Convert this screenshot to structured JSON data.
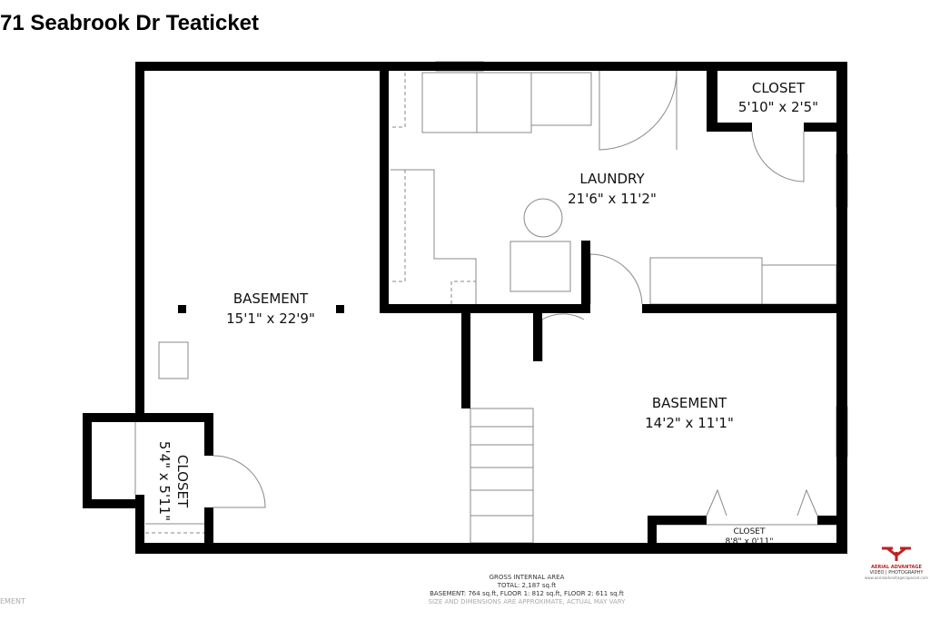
{
  "title": "71 Seabrook Dr Teaticket",
  "rooms": {
    "basement_left": {
      "name": "BASEMENT",
      "dims": "15'1\" x 22'9\""
    },
    "laundry": {
      "name": "LAUNDRY",
      "dims": "21'6\" x 11'2\""
    },
    "closet_top": {
      "name": "CLOSET",
      "dims": "5'10\" x 2'5\""
    },
    "basement_right": {
      "name": "BASEMENT",
      "dims": "14'2\" x 11'1\""
    },
    "closet_left": {
      "name": "CLOSET",
      "dims": "5'4\" x 5'11\""
    },
    "closet_bottom": {
      "name": "CLOSET",
      "dims": "8'8\" x 0'11\""
    }
  },
  "footer": {
    "heading": "GROSS INTERNAL AREA",
    "total": "TOTAL: 2,187 sq.ft",
    "breakdown": "BASEMENT: 764 sq.ft, FLOOR 1: 812 sq.ft, FLOOR 2: 611 sq.ft",
    "disclaimer": "SIZE AND DIMENSIONS ARE APPROXIMATE, ACTUAL MAY VARY",
    "edge_label": "EMENT"
  },
  "logo": {
    "name": "AERIAL ADVANTAGE",
    "sub": "VIDEO | PHOTOGRAPHY",
    "web": "www.aerialadvantagecapecod.com",
    "color": "#b22222"
  },
  "colors": {
    "wall": "#000000",
    "fixture": "#888888"
  }
}
